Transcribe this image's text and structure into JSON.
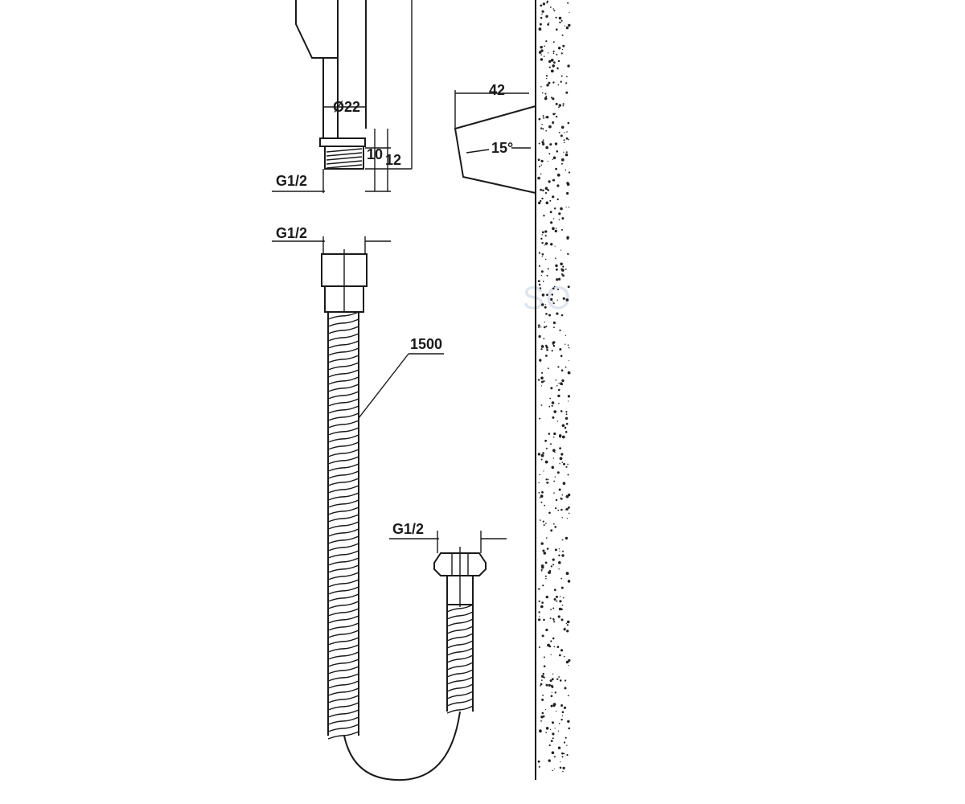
{
  "diagram": {
    "labels": {
      "thread_top": "G1/2",
      "diameter": "Ø22",
      "dim_10": "10",
      "dim_12": "12",
      "thread_hose_top": "G1/2",
      "hose_length": "1500",
      "thread_hose_bottom": "G1/2",
      "bracket_depth": "42",
      "bracket_angle": "15°"
    },
    "watermark": "SO"
  }
}
